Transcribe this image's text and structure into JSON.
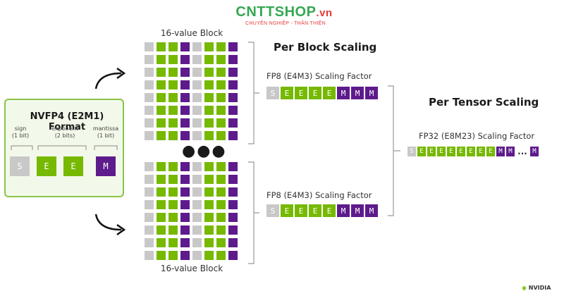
{
  "watermark": {
    "name": "CNTTSHOP",
    "tld": ".vn",
    "tagline": "CHUYÊN NGHIỆP - THÂN THIỆN"
  },
  "format": {
    "title": "NVFP4 (E2M1) Format",
    "fields": [
      {
        "label": "sign",
        "bits": "(1 bit)",
        "glyph": "S"
      },
      {
        "label": "exponent",
        "bits": "(2 bits)",
        "glyphs": [
          "E",
          "E"
        ]
      },
      {
        "label": "mantissa",
        "bits": "(1 bit)",
        "glyph": "M"
      }
    ]
  },
  "block_label_top": "16-value Block",
  "block_label_bottom": "16-value Block",
  "block_separator": "●●●",
  "per_block": {
    "heading": "Per Block Scaling",
    "factor_label": "FP8 (E4M3) Scaling Factor",
    "bits": [
      "S",
      "E",
      "E",
      "E",
      "E",
      "M",
      "M",
      "M"
    ]
  },
  "per_tensor": {
    "heading": "Per Tensor Scaling",
    "factor_label": "FP32 (E8M23) Scaling Factor",
    "bits": [
      "S",
      "E",
      "E",
      "E",
      "E",
      "E",
      "E",
      "E",
      "E",
      "M",
      "M",
      "...",
      "M"
    ]
  },
  "colors": {
    "exponent": "#76b900",
    "mantissa": "#5e1b8c",
    "sign": "#c8c8c8"
  },
  "logo": "NVIDIA"
}
